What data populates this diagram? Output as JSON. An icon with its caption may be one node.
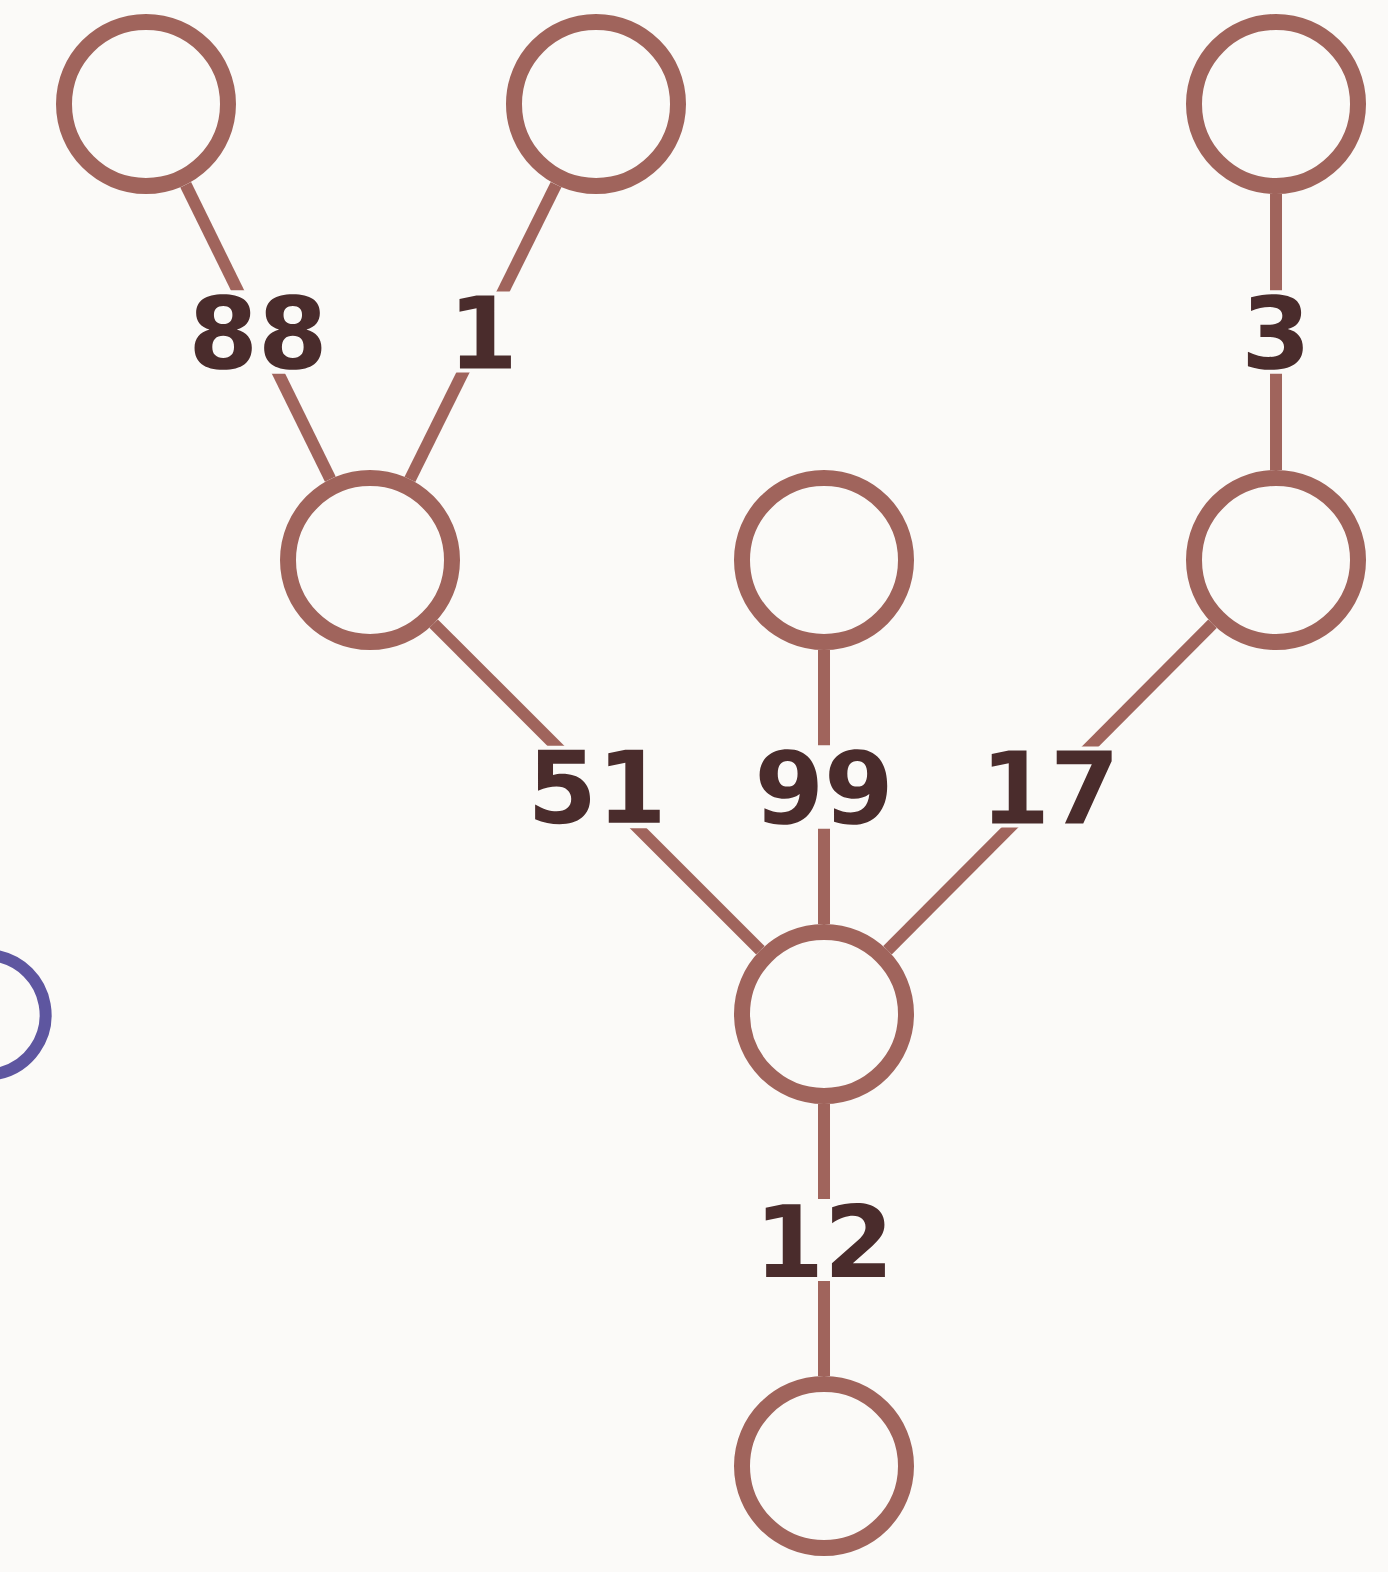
{
  "diagram": {
    "nodes": [
      {
        "text": [],
        "shape": "circle"
      },
      {
        "text": [],
        "shape": "circle"
      },
      {
        "text": [],
        "shape": "circle"
      },
      {
        "text": [],
        "shape": "circle"
      },
      {
        "text": [],
        "shape": "circle"
      },
      {
        "text": [],
        "shape": "circle"
      },
      {
        "text": [],
        "shape": "circle"
      },
      {
        "text": [],
        "shape": "circle"
      }
    ],
    "edges": [
      {
        "from": 0,
        "to": 3,
        "arrow": "none",
        "label": "88"
      },
      {
        "from": 1,
        "to": 3,
        "arrow": "none",
        "label": "1"
      },
      {
        "from": 2,
        "to": 5,
        "arrow": "none",
        "label": "3"
      },
      {
        "from": 3,
        "to": 6,
        "arrow": "none",
        "label": "51"
      },
      {
        "from": 4,
        "to": 6,
        "arrow": "none",
        "label": "99"
      },
      {
        "from": 5,
        "to": 6,
        "arrow": "none",
        "label": "17"
      },
      {
        "from": 6,
        "to": 7,
        "arrow": "none",
        "label": "12"
      }
    ]
  }
}
